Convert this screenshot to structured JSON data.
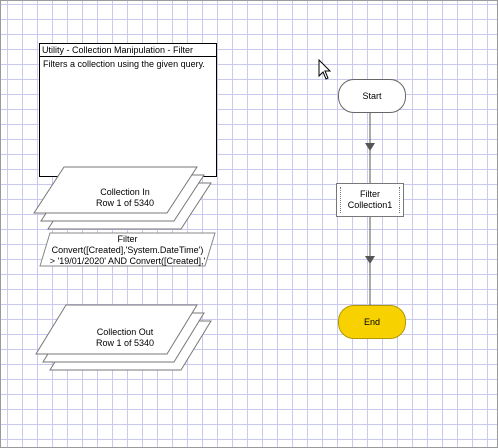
{
  "note": {
    "title": "Utility - Collection Manipulation - Filter",
    "body": "Filters a collection using the given query."
  },
  "collection_in": {
    "name": "Collection In",
    "row": "Row 1 of 5340"
  },
  "filter_query": {
    "title": "Filter",
    "line1": "Convert([Created],'System.DateTime')",
    "line2": "> '19/01/2020'  AND  Convert([Created],'"
  },
  "collection_out": {
    "name": "Collection Out",
    "row": "Row 1 of 5340"
  },
  "flow": {
    "start": "Start",
    "action_line1": "Filter",
    "action_line2": "Collection1",
    "end": "End"
  },
  "colors": {
    "grid": "#c9c9ee",
    "end_fill": "#f7d200"
  }
}
